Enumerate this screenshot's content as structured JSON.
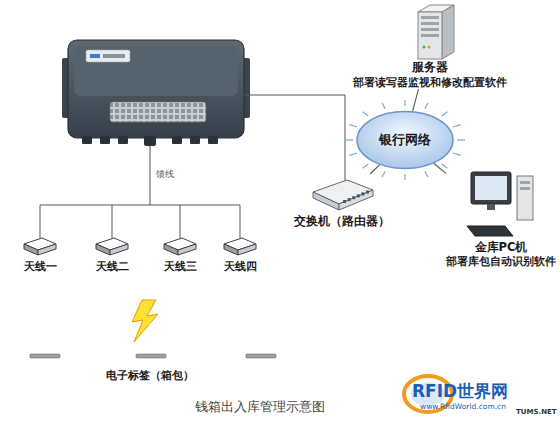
{
  "diagram": {
    "caption": "钱箱出入库管理示意图",
    "nodes": [
      {
        "text": [
          "服务器",
          "部署读写器监视和修改配置软件"
        ]
      },
      {
        "text": [
          "银行网络"
        ]
      },
      {
        "text": [
          "交换机（路由器）"
        ]
      },
      {
        "text": [
          "金库PC机",
          "部署库包自动识别软件"
        ]
      },
      {
        "text": [
          "天线一"
        ]
      },
      {
        "text": [
          "天线二"
        ]
      },
      {
        "text": [
          "天线三"
        ]
      },
      {
        "text": [
          "天线四"
        ]
      }
    ],
    "edges": [
      {
        "from": 0,
        "to": 1,
        "arrow": "none"
      },
      {
        "from": 1,
        "to": 2,
        "arrow": "none"
      },
      {
        "from": 1,
        "to": 3,
        "arrow": "none"
      }
    ],
    "labels": [
      "馈线",
      "电子标签（箱包）",
      "RFID世界网",
      "www.RfidWorld.com.cn",
      "TUMS.NET"
    ]
  }
}
